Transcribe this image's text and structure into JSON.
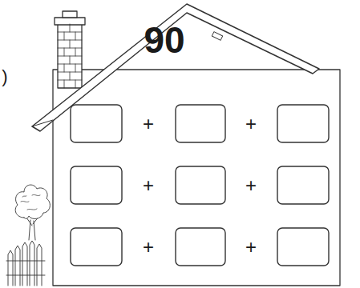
{
  "diagram": {
    "labels": [
      ")",
      "90",
      "+",
      "+",
      "+",
      "+",
      "+",
      "+"
    ]
  }
}
